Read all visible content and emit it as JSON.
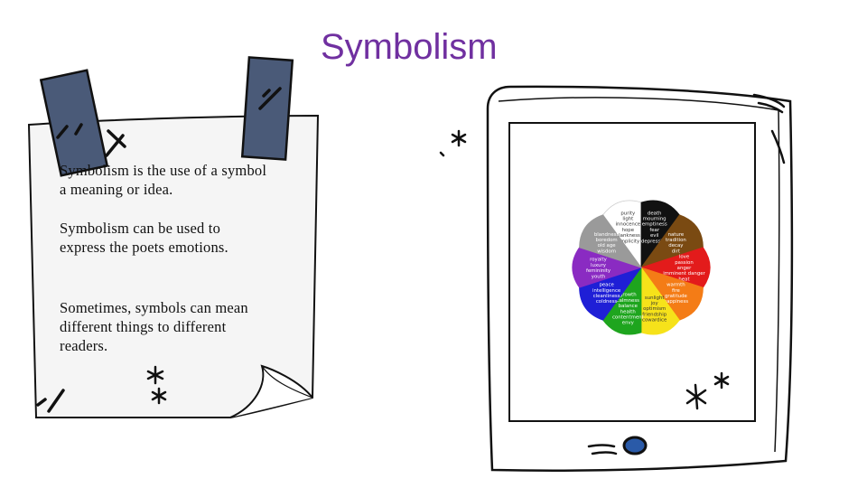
{
  "slide": {
    "title": "Symbolism",
    "paragraphs": [
      "Symbolism is the use of a symbol a meaning or idea.",
      "Symbolism can be used to express the poets emotions.",
      "Sometimes, symbols can mean different things to different readers."
    ]
  },
  "color_wheel": {
    "segments": [
      {
        "color": "#ffffff",
        "text_color": "#333333",
        "words": [
          "purity",
          "light",
          "innocence",
          "hope",
          "blankness",
          "simplicity"
        ]
      },
      {
        "color": "#111111",
        "text_color": "#ffffff",
        "words": [
          "death",
          "mourning",
          "emptiness",
          "fear",
          "evil",
          "depression"
        ]
      },
      {
        "color": "#7a4a12",
        "text_color": "#ffffff",
        "words": [
          "nature",
          "tradition",
          "decay",
          "dirt"
        ]
      },
      {
        "color": "#e31b1b",
        "text_color": "#ffffff",
        "words": [
          "love",
          "passion",
          "anger",
          "imminent danger",
          "heat"
        ]
      },
      {
        "color": "#f47c16",
        "text_color": "#ffffff",
        "words": [
          "warmth",
          "fire",
          "gratitude",
          "happiness"
        ]
      },
      {
        "color": "#f6e21a",
        "text_color": "#333333",
        "words": [
          "sunlight",
          "joy",
          "optimism",
          "friendship",
          "cowardice"
        ]
      },
      {
        "color": "#1ea51e",
        "text_color": "#ffffff",
        "words": [
          "growth",
          "calmness",
          "balance",
          "health",
          "contentment",
          "envy"
        ]
      },
      {
        "color": "#1f1fd6",
        "text_color": "#ffffff",
        "words": [
          "peace",
          "intelligence",
          "cleanliness",
          "coldness"
        ]
      },
      {
        "color": "#8a2bc2",
        "text_color": "#ffffff",
        "words": [
          "royalty",
          "luxury",
          "femininity",
          "youth"
        ]
      },
      {
        "color": "#9a9a9a",
        "text_color": "#ffffff",
        "words": [
          "blandness",
          "boredom",
          "old age",
          "wisdom"
        ]
      }
    ]
  },
  "colors": {
    "title": "#7030a0",
    "tape": "#4a5a78",
    "note_paper": "#f5f5f5",
    "outline": "#111111",
    "home_button": "#2a5aa8"
  }
}
